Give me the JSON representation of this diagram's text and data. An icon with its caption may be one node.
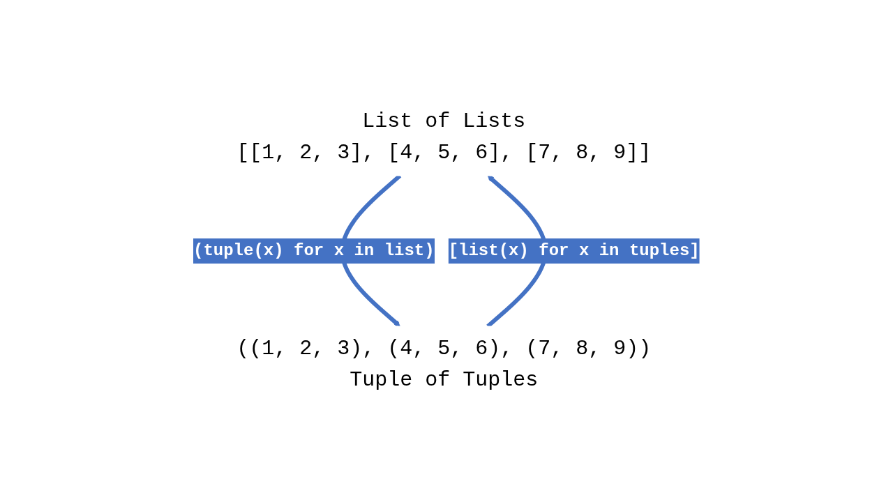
{
  "diagram": {
    "nodes": [
      {
        "text": [
          "List of Lists",
          "[[1, 2, 3], [4, 5, 6], [7, 8, 9]]"
        ]
      },
      {
        "text": [
          "((1, 2, 3), (4, 5, 6), (7, 8, 9))",
          "Tuple of Tuples"
        ]
      }
    ],
    "edges": [
      {
        "from": 0,
        "to": 1,
        "arrow": "to",
        "label": "(tuple(x) for x in list)"
      },
      {
        "from": 1,
        "to": 0,
        "arrow": "to",
        "label": "[list(x) for x in tuples]"
      }
    ]
  }
}
